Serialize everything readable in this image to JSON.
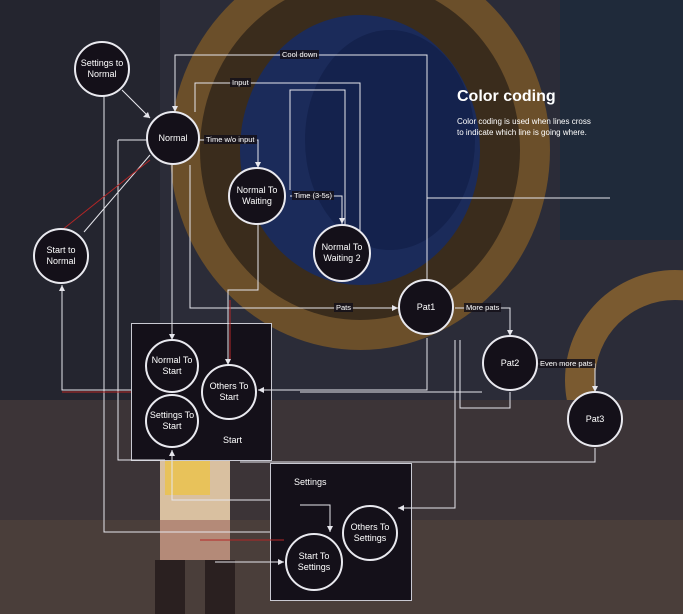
{
  "legend": {
    "title": "Color coding",
    "body": "Color coding is used when lines cross to indicate which line is going where."
  },
  "panels": {
    "start": "Start",
    "settings": "Settings"
  },
  "nodes": {
    "settings_to_normal": "Settings to Normal",
    "normal": "Normal",
    "normal_to_waiting": "Normal To Waiting",
    "normal_to_waiting_2": "Normal To Waiting 2",
    "start_to_normal": "Start to Normal",
    "pat1": "Pat1",
    "pat2": "Pat2",
    "pat3": "Pat3",
    "normal_to_start": "Normal To Start",
    "others_to_start": "Others To Start",
    "settings_to_start": "Settings To Start",
    "others_to_settings": "Others To Settings",
    "start_to_settings": "Start To Settings"
  },
  "edges": {
    "cool_down": "Cool down",
    "input": "Input",
    "time_without_input": "Time w/o input",
    "time_3_5s": "Time (3-5s)",
    "pats": "Pats",
    "more_pats": "More pats",
    "even_more_pats": "Even more pats"
  },
  "colors": {
    "line": "#e6e6ec",
    "highlight_line": "#b32626",
    "node_fill": "#141019",
    "node_border": "#e9e9ef"
  }
}
